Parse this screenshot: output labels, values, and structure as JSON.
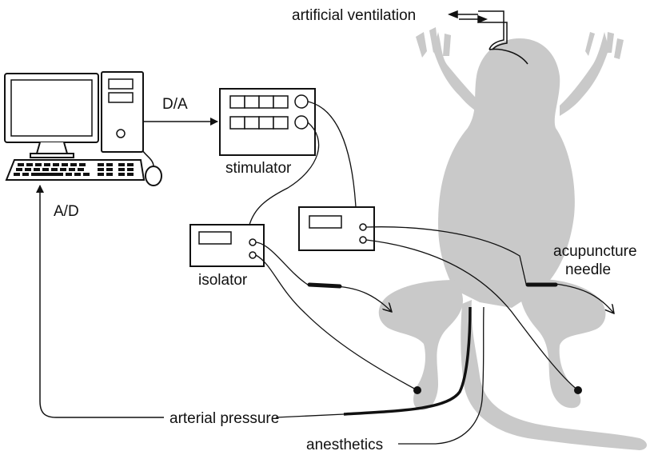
{
  "labels": {
    "artificial_ventilation": "artificial ventilation",
    "da": "D/A",
    "ad": "A/D",
    "stimulator": "stimulator",
    "isolator": "isolator",
    "acupuncture_line1": "acupuncture",
    "acupuncture_line2": "needle",
    "arterial_pressure": "arterial pressure",
    "anesthetics": "anesthetics"
  },
  "colors": {
    "body_fill": "#c9c9c9",
    "line": "#111111",
    "device_fill": "#ffffff"
  }
}
